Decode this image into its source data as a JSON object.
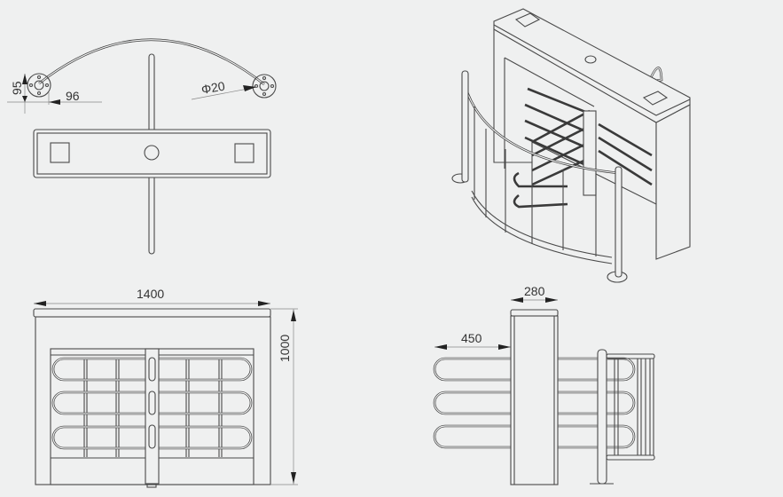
{
  "drawing": {
    "top_view": {
      "dim_height": "95",
      "dim_width": "96",
      "dim_diameter": "Φ20"
    },
    "front_view": {
      "dim_width": "1400",
      "dim_height": "1000"
    },
    "side_view": {
      "dim_depth": "280",
      "dim_arm_length": "450"
    },
    "isometric_view": {},
    "colors": {
      "background": "#eff0f0",
      "line": "#4a4a4a"
    }
  }
}
